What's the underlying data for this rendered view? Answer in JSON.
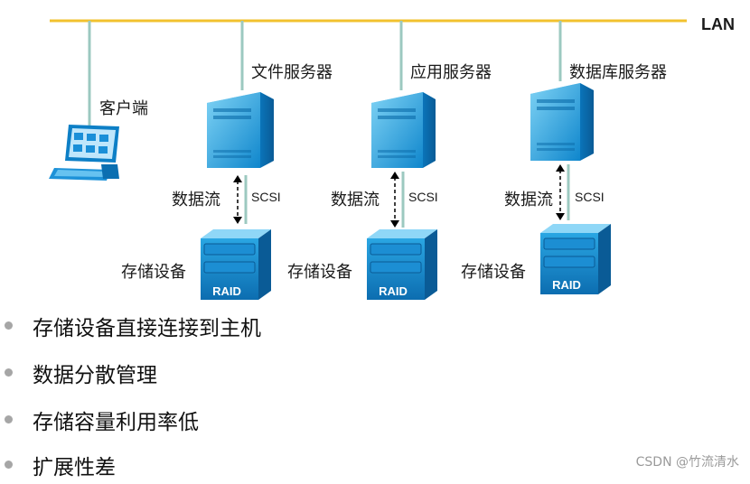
{
  "network": {
    "lan_label": "LAN"
  },
  "nodes": {
    "client_label": "客户端",
    "servers": [
      {
        "label": "文件服务器"
      },
      {
        "label": "应用服务器"
      },
      {
        "label": "数据库服务器"
      }
    ],
    "links": [
      {
        "flow_label": "数据流",
        "protocol_label": "SCSI"
      },
      {
        "flow_label": "数据流",
        "protocol_label": "SCSI"
      },
      {
        "flow_label": "数据流",
        "protocol_label": "SCSI"
      }
    ],
    "storage": [
      {
        "label": "存储设备",
        "badge": "RAID"
      },
      {
        "label": "存储设备",
        "badge": "RAID"
      },
      {
        "label": "存储设备",
        "badge": "RAID"
      }
    ]
  },
  "bullets": [
    "存储设备直接连接到主机",
    "数据分散管理",
    "存储容量利用率低",
    "扩展性差"
  ],
  "watermark": "CSDN @竹流清水",
  "colors": {
    "lan_line": "#f2c12e",
    "drop_line": "#9cc9c0",
    "device_blue": "#1da6e0",
    "device_dark": "#0b6fb1",
    "bullet_dot": "#a6a6a6"
  }
}
